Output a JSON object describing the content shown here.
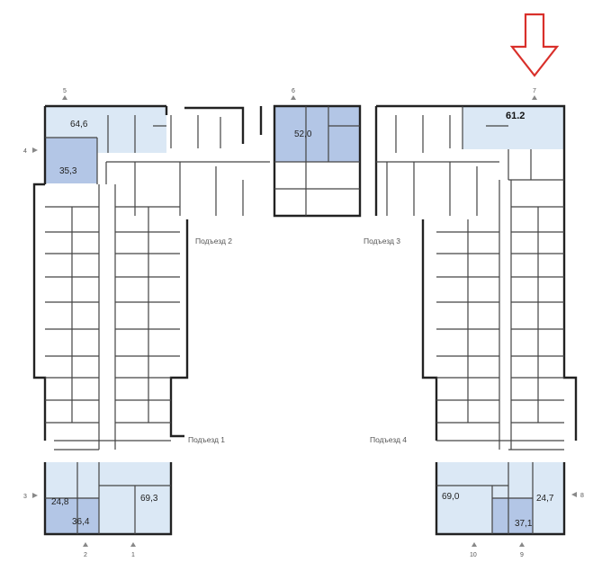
{
  "apartments": [
    {
      "id": "a1",
      "area": "64,6",
      "tone": "light"
    },
    {
      "id": "a2",
      "area": "35,3",
      "tone": "dark"
    },
    {
      "id": "a3",
      "area": "52,0",
      "tone": "dark"
    },
    {
      "id": "a4",
      "area": "61.2",
      "tone": "light"
    },
    {
      "id": "a5",
      "area": "24,8",
      "tone": "light"
    },
    {
      "id": "a6",
      "area": "69,3",
      "tone": "light"
    },
    {
      "id": "a7",
      "area": "36,4",
      "tone": "dark"
    },
    {
      "id": "a8",
      "area": "69,0",
      "tone": "light"
    },
    {
      "id": "a9",
      "area": "24,7",
      "tone": "light"
    },
    {
      "id": "a10",
      "area": "37,1",
      "tone": "dark"
    }
  ],
  "entrances": [
    "Подъезд 1",
    "Подъезд 2",
    "Подъезд 3",
    "Подъезд 4"
  ],
  "markers": [
    "1",
    "2",
    "3",
    "4",
    "5",
    "6",
    "7",
    "8",
    "9",
    "10"
  ],
  "colors": {
    "light": "#dbe8f5",
    "dark": "#b3c6e6",
    "wall": "#222",
    "thin": "#666",
    "arrow": "#d9302b"
  }
}
